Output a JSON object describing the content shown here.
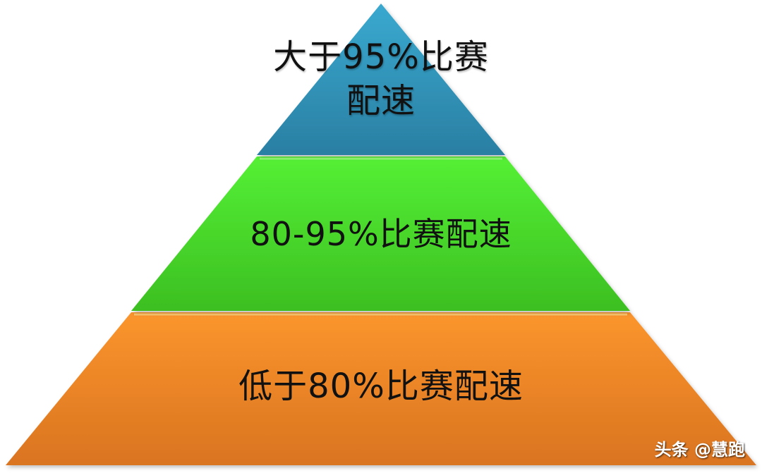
{
  "diagram": {
    "type": "pyramid",
    "tiers": [
      {
        "position": "top",
        "label_line1": "大于95%比赛",
        "label_line2": "配速",
        "color": "#2f8fb5"
      },
      {
        "position": "middle",
        "label": "80-95%比赛配速",
        "color": "#4ad62e"
      },
      {
        "position": "bottom",
        "label": "低于80%比赛配速",
        "color": "#f58a25"
      }
    ]
  },
  "watermark": {
    "text": "头条 @慧跑"
  }
}
